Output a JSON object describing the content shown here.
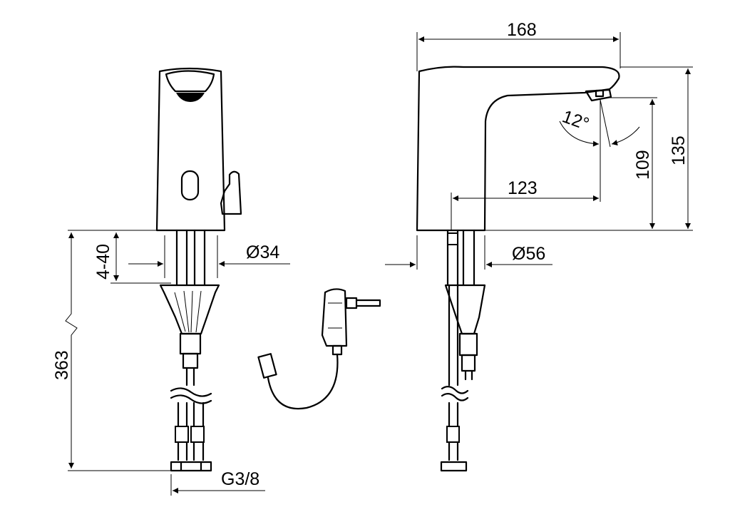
{
  "drawing": {
    "front_view": {
      "dim_adjust": "4-40",
      "dim_height_below": "363",
      "dim_diameter": "Ø34",
      "dim_thread": "G3/8"
    },
    "side_view": {
      "dim_length": "168",
      "dim_total_height": "135",
      "dim_outlet_height": "109",
      "dim_projection": "123",
      "dim_angle": "12°",
      "dim_diameter": "Ø56"
    }
  }
}
